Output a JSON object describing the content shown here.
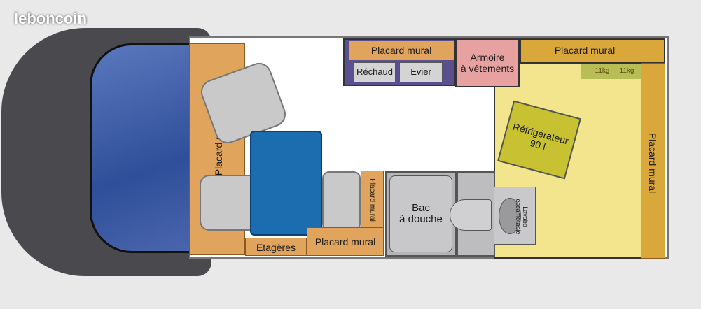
{
  "logo": "leboncoin",
  "colors": {
    "cabinet": "#e0a45c",
    "kitchen": "#5b4f8f",
    "wardrobe": "#e6a1a0",
    "rear": "#f3e58e",
    "fridge": "#c8c232",
    "table": "#1c6db0",
    "windshield": "#3f5fa8"
  },
  "labels": {
    "placard_left": "Placard mural",
    "placard_kitchen": "Placard mural",
    "rechaud": "Réchaud",
    "evier": "Evier",
    "armoire": "Armoire\nà vêtements",
    "placard_top_right": "Placard mural",
    "gas_1": "11kg",
    "gas_2": "11kg",
    "fridge": "Réfrigérateur\n90 l",
    "placard_right": "Placard mural",
    "placard_small": "Placard mural",
    "shower": "Bac\nà douche",
    "lavabo": "Lavabo\nescamotable",
    "etageres": "Etagères",
    "placard_bottom": "Placard mural"
  }
}
